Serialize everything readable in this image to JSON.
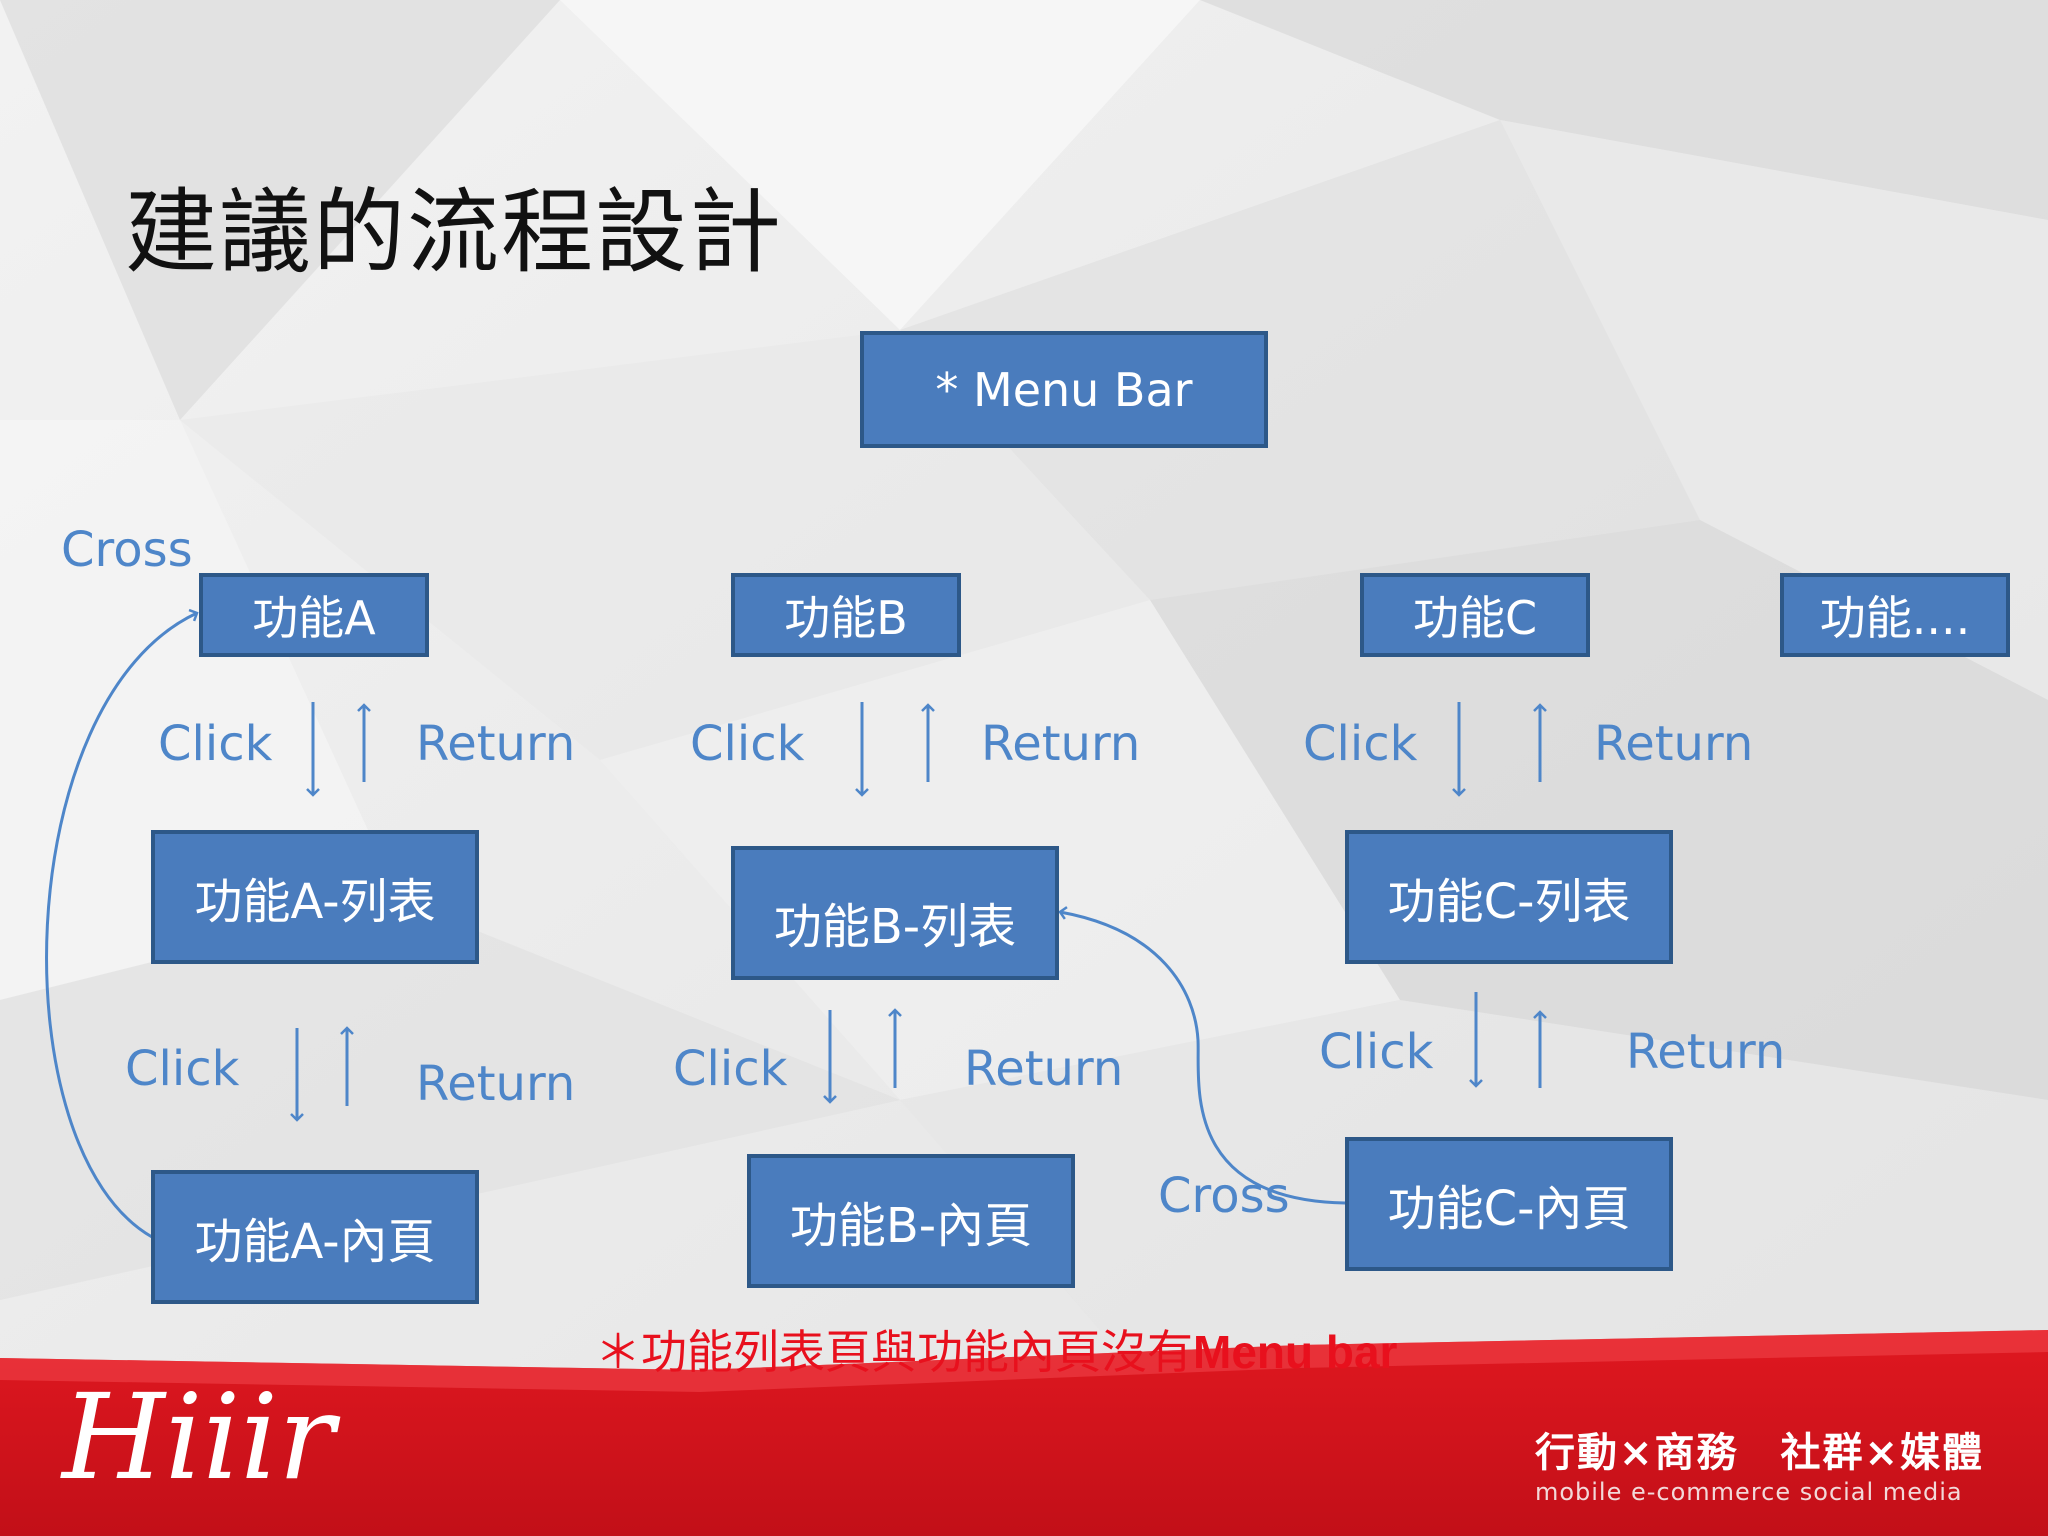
{
  "title": "建議的流程設計",
  "menu_bar": "* Menu Bar",
  "columns": {
    "a": {
      "top": "功能A",
      "list": "功能A-列表",
      "detail": "功能A-內頁"
    },
    "b": {
      "top": "功能B",
      "list": "功能B-列表",
      "detail": "功能B-內頁"
    },
    "c": {
      "top": "功能C",
      "list": "功能C-列表",
      "detail": "功能C-內頁"
    },
    "more": {
      "top": "功能...."
    }
  },
  "labels": {
    "click": "Click",
    "return": "Return",
    "cross": "Cross"
  },
  "note": {
    "text": "＊功能列表頁與功能內頁沒有",
    "bold": "Menu bar"
  },
  "footer": {
    "logo": "Hiiir",
    "tagline_cn": "行動×商務　社群×媒體",
    "tagline_en": "mobile  e-commerce    social  media"
  },
  "colors": {
    "box": "#4a7cbd",
    "label": "#4e86c9",
    "note": "#e8101d",
    "footer": "#d4121c"
  }
}
